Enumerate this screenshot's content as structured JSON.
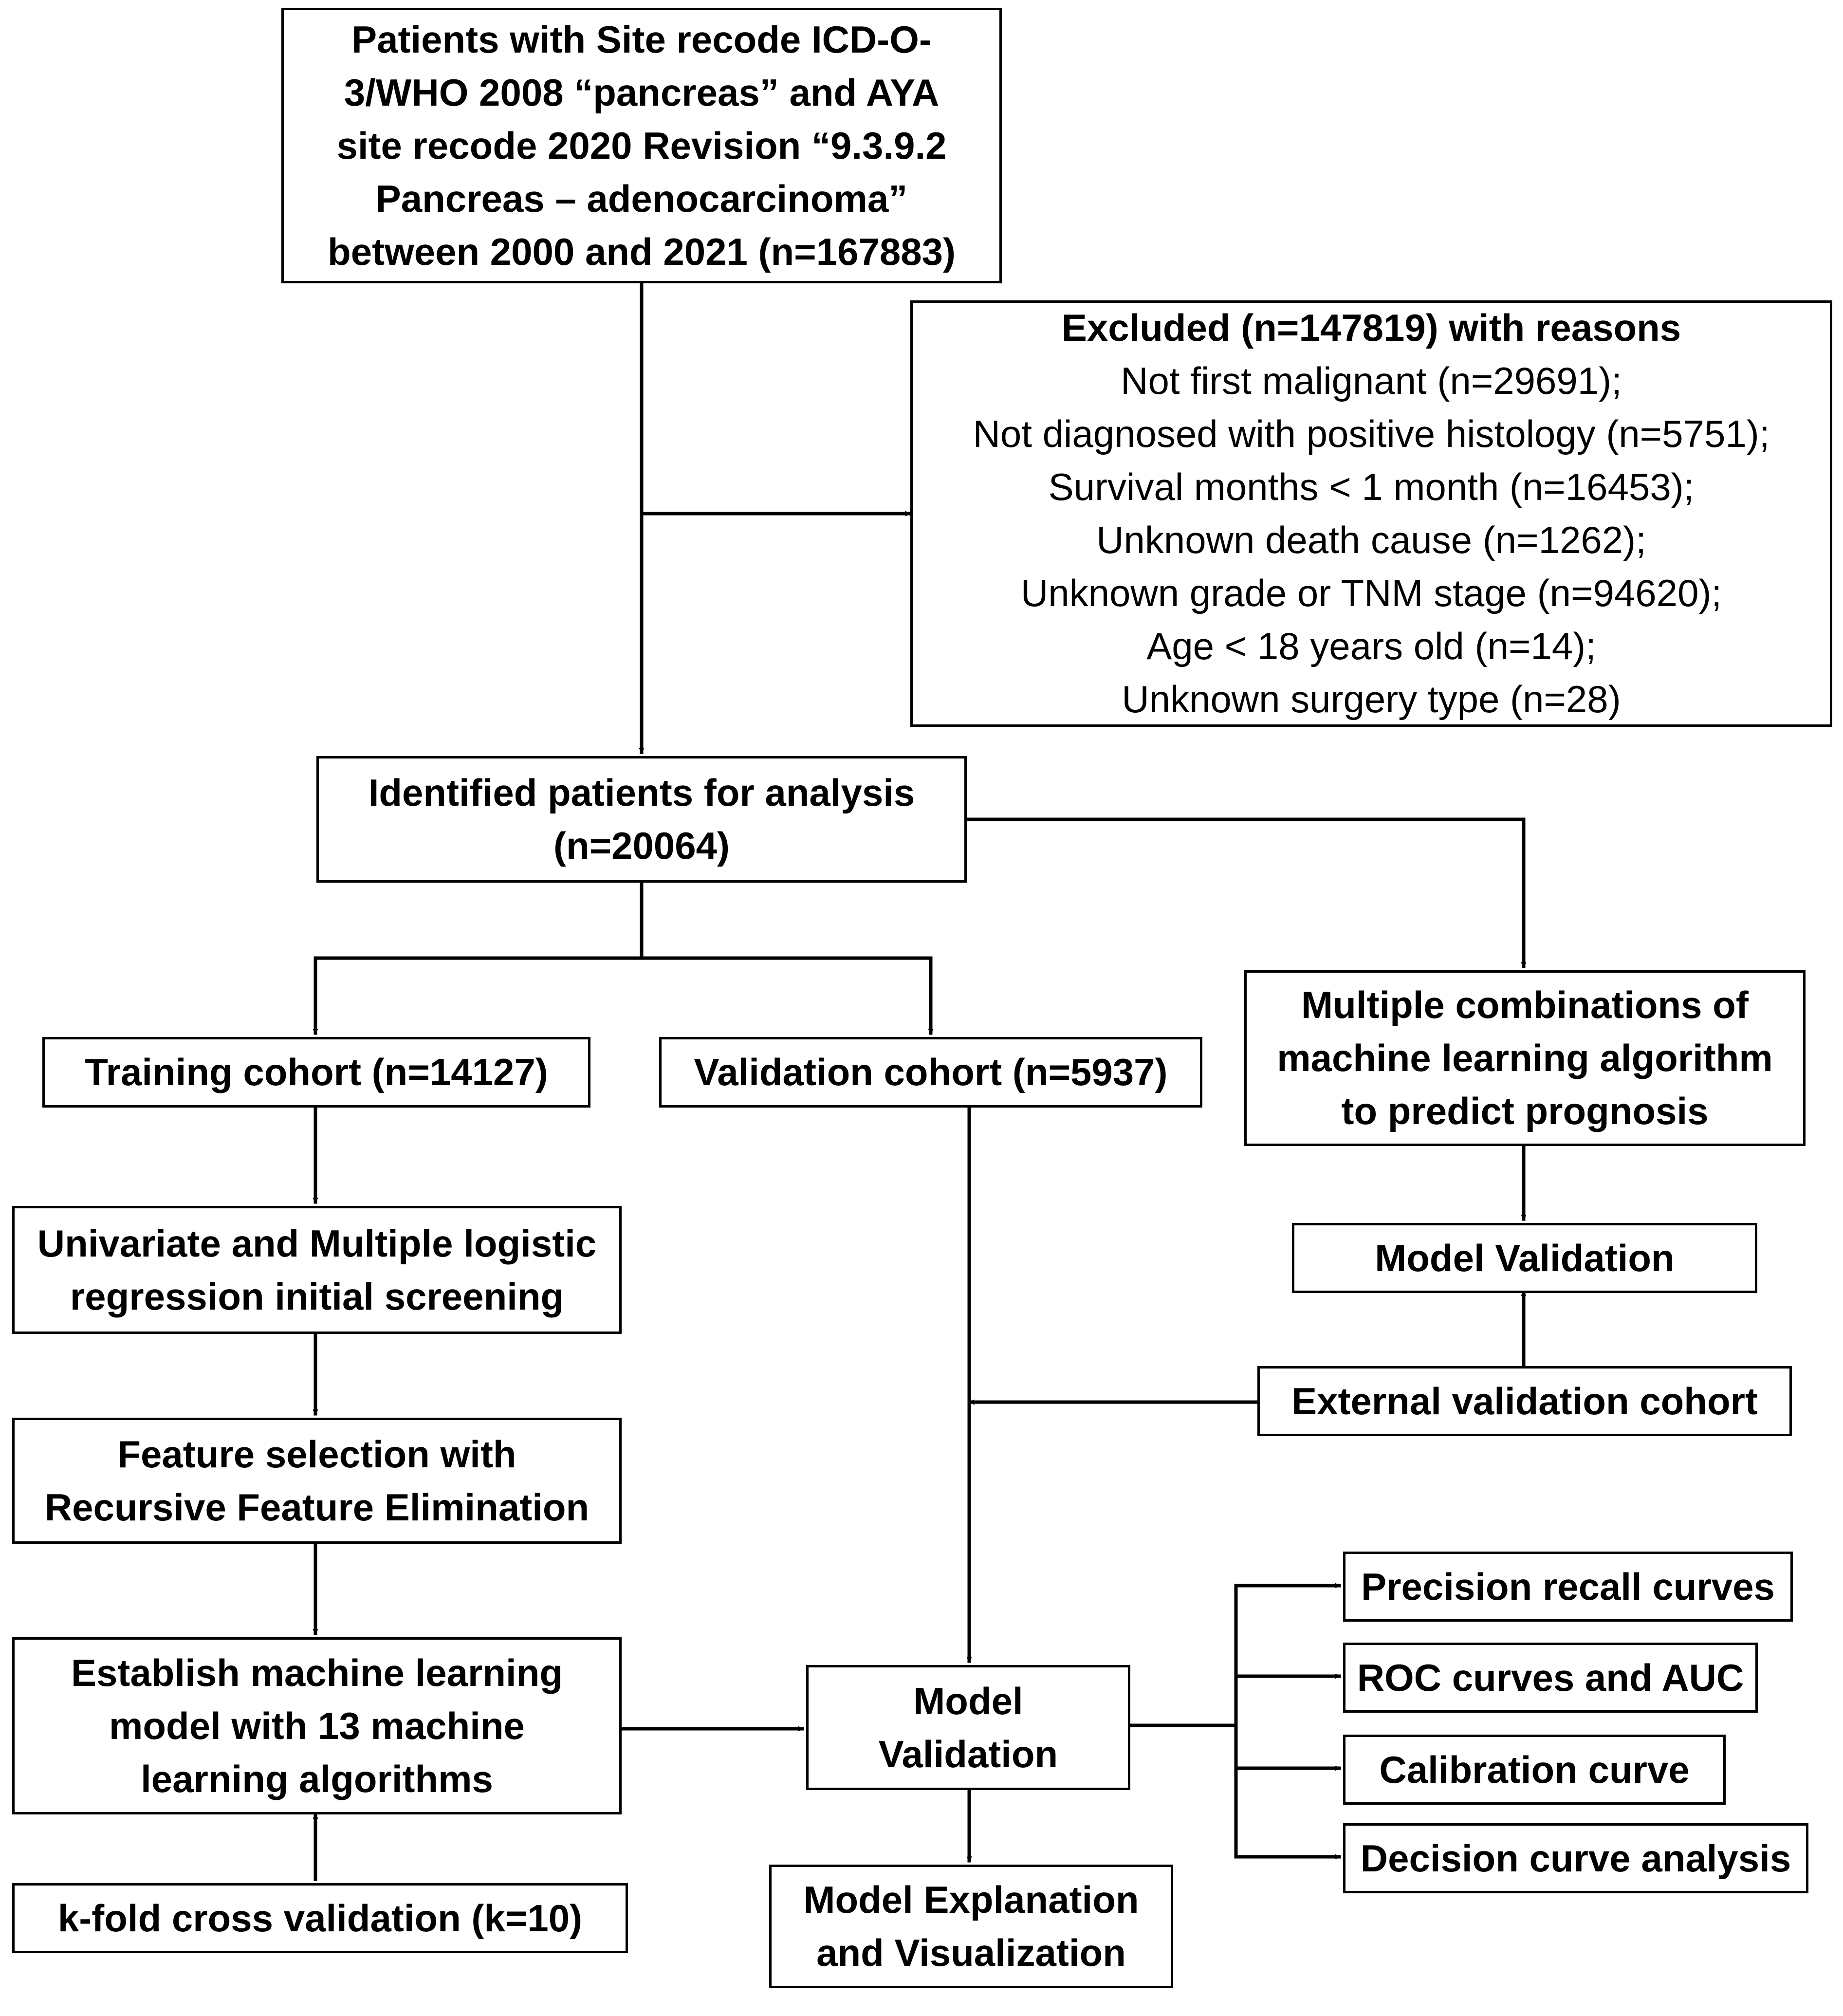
{
  "boxes": {
    "patients": {
      "lines": [
        "Patients with Site recode ICD-O-",
        "3/WHO 2008 “pancreas” and AYA",
        "site recode 2020 Revision “9.3.9.2",
        "Pancreas – adenocarcinoma”",
        "between 2000 and 2021 (n=167883)"
      ]
    },
    "excluded": {
      "title": "Excluded (n=147819) with reasons",
      "reasons": [
        "Not first malignant (n=29691);",
        "Not diagnosed with positive histology (n=5751);",
        "Survival months < 1 month (n=16453);",
        "Unknown death cause (n=1262);",
        "Unknown grade or TNM stage (n=94620);",
        "Age < 18 years old (n=14);",
        "Unknown surgery type (n=28)"
      ]
    },
    "identified": {
      "lines": [
        "Identified patients for analysis",
        "(n=20064)"
      ]
    },
    "training": {
      "lines": [
        "Training cohort (n=14127)"
      ]
    },
    "validation_cohort": {
      "lines": [
        "Validation cohort (n=5937)"
      ]
    },
    "combinations": {
      "lines": [
        "Multiple combinations of",
        "machine learning algorithm",
        "to predict prognosis"
      ]
    },
    "univariate": {
      "lines": [
        "Univariate and Multiple logistic",
        "regression initial screening"
      ]
    },
    "model_validation_right": {
      "lines": [
        "Model Validation"
      ]
    },
    "external": {
      "lines": [
        "External validation cohort"
      ]
    },
    "feature": {
      "lines": [
        "Feature selection with",
        "Recursive Feature Elimination"
      ]
    },
    "establish": {
      "lines": [
        "Establish machine learning",
        "model with 13 machine",
        "learning algorithms"
      ]
    },
    "model_validation_center": {
      "lines": [
        "Model",
        "Validation"
      ]
    },
    "precision": {
      "lines": [
        "Precision recall curves"
      ]
    },
    "roc": {
      "lines": [
        "ROC curves and AUC"
      ]
    },
    "calibration": {
      "lines": [
        "Calibration curve"
      ]
    },
    "decision": {
      "lines": [
        "Decision curve analysis"
      ]
    },
    "kfold": {
      "lines": [
        "k-fold cross validation (k=10)"
      ]
    },
    "explanation": {
      "lines": [
        "Model Explanation",
        "and Visualization"
      ]
    }
  }
}
